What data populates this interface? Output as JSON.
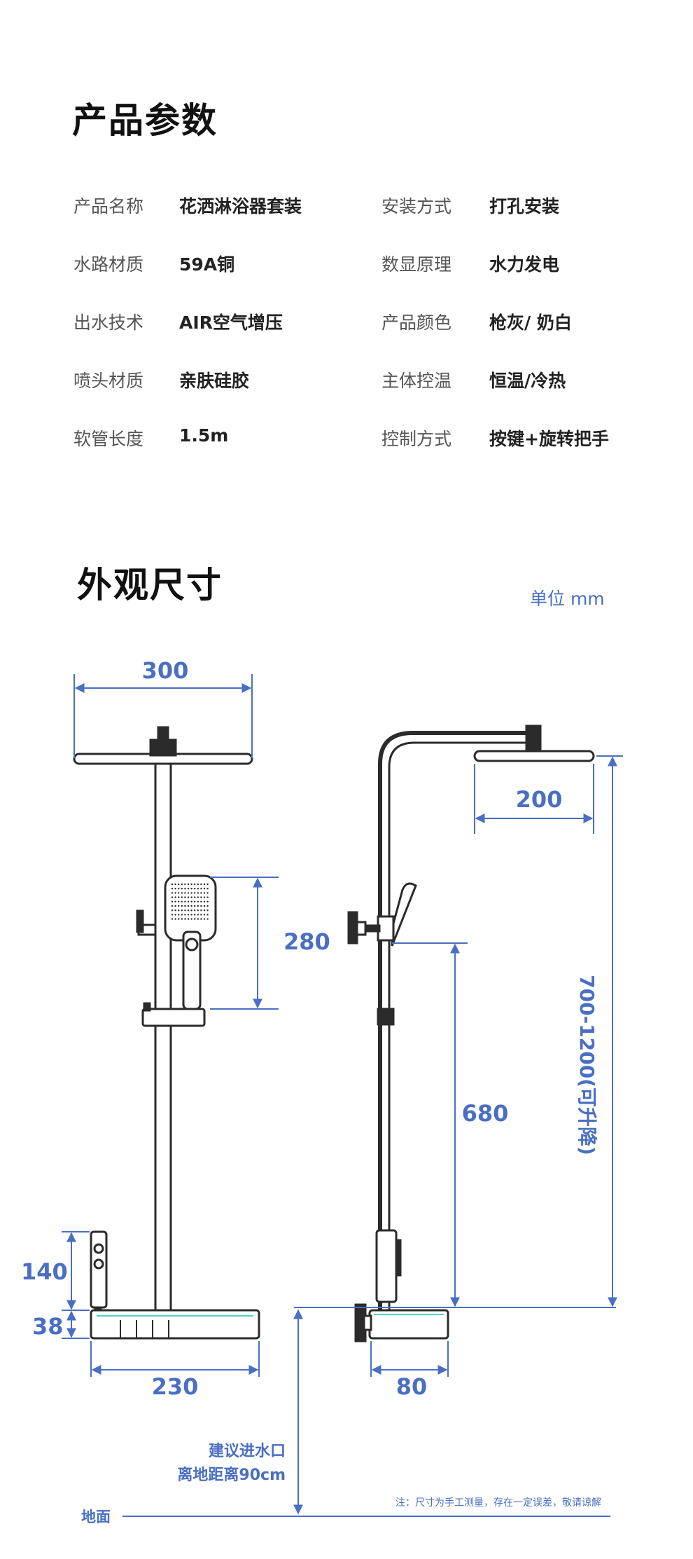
{
  "params": {
    "title": "产品参数",
    "rows": [
      {
        "l1": "产品名称",
        "v1": "花洒淋浴器套装",
        "l2": "安装方式",
        "v2": "打孔安装"
      },
      {
        "l1": "水路材质",
        "v1": "59A铜",
        "l2": "数显原理",
        "v2": "水力发电"
      },
      {
        "l1": "出水技术",
        "v1": "AIR空气增压",
        "l2": "产品颜色",
        "v2": "枪灰/ 奶白"
      },
      {
        "l1": "喷头材质",
        "v1": "亲肤硅胶",
        "l2": "主体控温",
        "v2": "恒温/冷热"
      },
      {
        "l1": "软管长度",
        "v1": "1.5m",
        "l2": "控制方式",
        "v2": "按键+旋转把手"
      }
    ]
  },
  "dimensions": {
    "title": "外观尺寸",
    "unit": "单位 mm",
    "top_shower_width": "300",
    "hand_shower_height": "280",
    "control_height": "140",
    "base_height": "38",
    "base_width": "230",
    "side_head_width": "200",
    "side_height": "680",
    "adjustable_height": "700-1200(可升降)",
    "side_depth": "80",
    "inlet_line1": "建议进水口",
    "inlet_line2": "离地距离90cm",
    "ground": "地面",
    "note": "注：尺寸为手工测量，存在一定误差，敬请谅解"
  },
  "colors": {
    "accent": "#4a6fc2",
    "line": "#2b2b2b"
  }
}
